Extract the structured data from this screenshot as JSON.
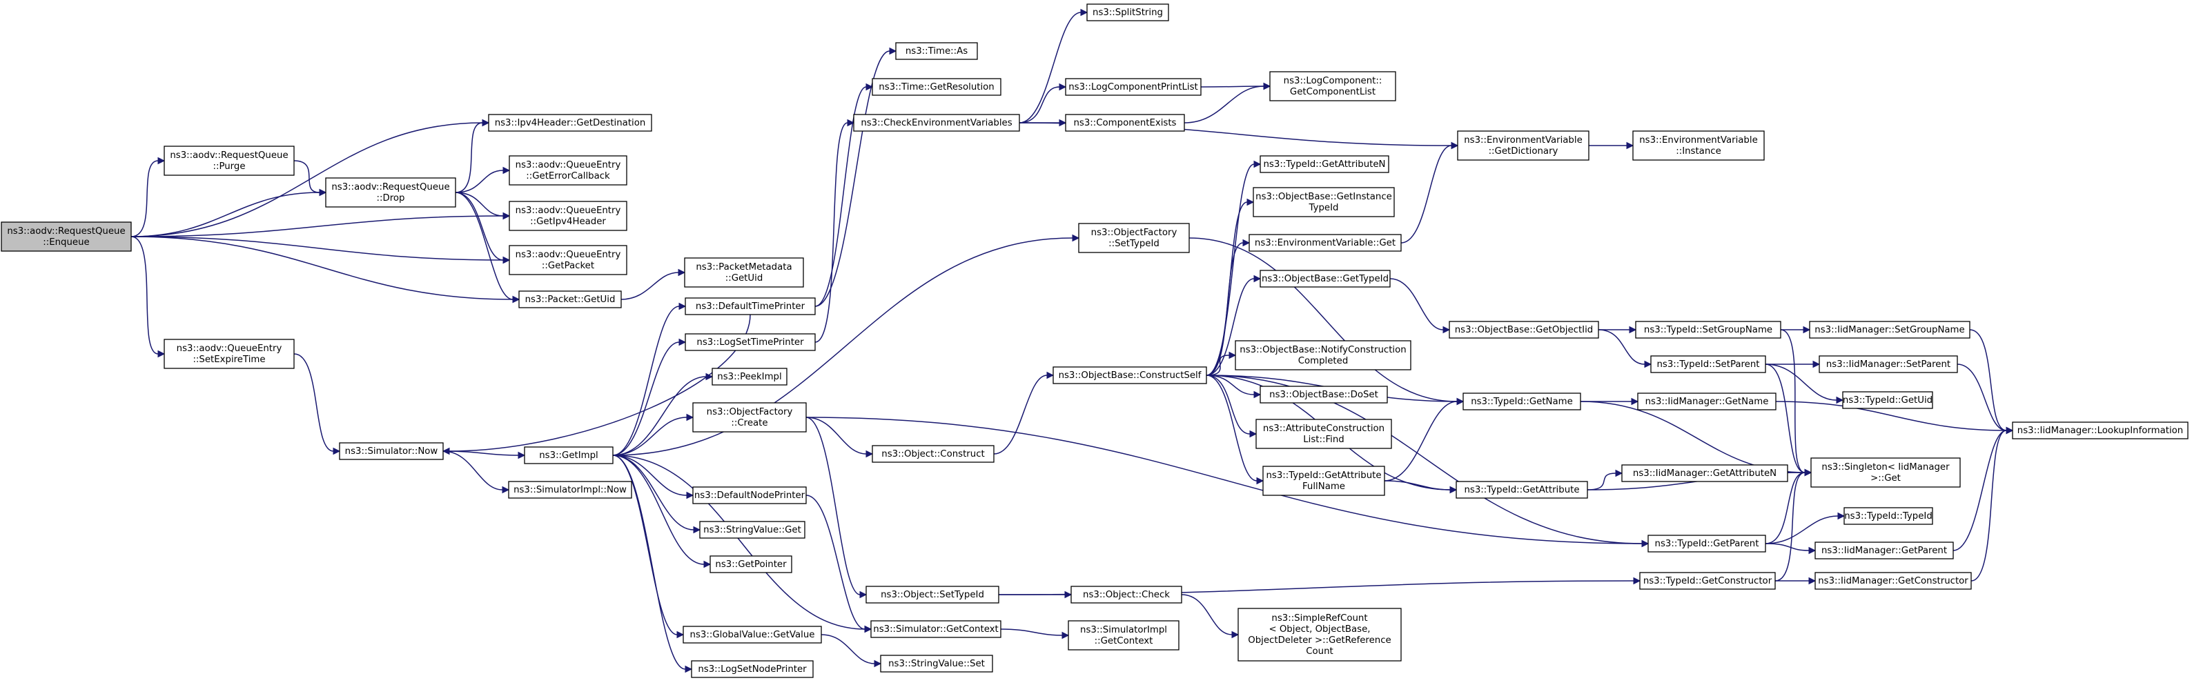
{
  "root": {
    "id": "root",
    "lines": [
      "ns3::aodv::RequestQueue",
      "::Enqueue"
    ]
  },
  "nodes": [
    {
      "id": "n1",
      "lines": [
        "ns3::aodv::RequestQueue",
        "::Purge"
      ]
    },
    {
      "id": "n2",
      "lines": [
        "ns3::aodv::RequestQueue",
        "::Drop"
      ]
    },
    {
      "id": "n3",
      "lines": [
        "ns3::Ipv4Header::GetDestination"
      ]
    },
    {
      "id": "n4",
      "lines": [
        "ns3::aodv::QueueEntry",
        "::GetErrorCallback"
      ]
    },
    {
      "id": "n5",
      "lines": [
        "ns3::aodv::QueueEntry",
        "::GetIpv4Header"
      ]
    },
    {
      "id": "n6",
      "lines": [
        "ns3::aodv::QueueEntry",
        "::GetPacket"
      ]
    },
    {
      "id": "n7",
      "lines": [
        "ns3::Packet::GetUid"
      ]
    },
    {
      "id": "n8",
      "lines": [
        "ns3::PacketMetadata",
        "::GetUid"
      ]
    },
    {
      "id": "n9",
      "lines": [
        "ns3::aodv::QueueEntry",
        "::SetExpireTime"
      ]
    },
    {
      "id": "n10",
      "lines": [
        "ns3::Simulator::Now"
      ]
    },
    {
      "id": "n11",
      "lines": [
        "ns3::GetImpl"
      ]
    },
    {
      "id": "n12",
      "lines": [
        "ns3::SimulatorImpl::Now"
      ]
    },
    {
      "id": "n13",
      "lines": [
        "ns3::DefaultTimePrinter"
      ]
    },
    {
      "id": "n14",
      "lines": [
        "ns3::LogSetTimePrinter"
      ]
    },
    {
      "id": "n15",
      "lines": [
        "ns3::PeekImpl"
      ]
    },
    {
      "id": "n16",
      "lines": [
        "ns3::ObjectFactory",
        "::Create"
      ]
    },
    {
      "id": "n17",
      "lines": [
        "ns3::DefaultNodePrinter"
      ]
    },
    {
      "id": "n18",
      "lines": [
        "ns3::StringValue::Get"
      ]
    },
    {
      "id": "n19",
      "lines": [
        "ns3::GetPointer"
      ]
    },
    {
      "id": "n20",
      "lines": [
        "ns3::GlobalValue::GetValue"
      ]
    },
    {
      "id": "n21",
      "lines": [
        "ns3::LogSetNodePrinter"
      ]
    },
    {
      "id": "n22",
      "lines": [
        "ns3::Time::As"
      ]
    },
    {
      "id": "n23",
      "lines": [
        "ns3::Time::GetResolution"
      ]
    },
    {
      "id": "n24",
      "lines": [
        "ns3::CheckEnvironmentVariables"
      ]
    },
    {
      "id": "n25",
      "lines": [
        "ns3::SplitString"
      ]
    },
    {
      "id": "n26",
      "lines": [
        "ns3::LogComponentPrintList"
      ]
    },
    {
      "id": "n27",
      "lines": [
        "ns3::ComponentExists"
      ]
    },
    {
      "id": "n28",
      "lines": [
        "ns3::LogComponent::",
        "GetComponentList"
      ]
    },
    {
      "id": "n29",
      "lines": [
        "ns3::EnvironmentVariable",
        "::GetDictionary"
      ]
    },
    {
      "id": "n30",
      "lines": [
        "ns3::EnvironmentVariable",
        "::Instance"
      ]
    },
    {
      "id": "n31",
      "lines": [
        "ns3::ObjectFactory",
        "::SetTypeId"
      ]
    },
    {
      "id": "n32",
      "lines": [
        "ns3::Object::Construct"
      ]
    },
    {
      "id": "n33",
      "lines": [
        "ns3::ObjectBase::ConstructSelf"
      ]
    },
    {
      "id": "n34",
      "lines": [
        "ns3::Object::SetTypeId"
      ]
    },
    {
      "id": "n35",
      "lines": [
        "ns3::Simulator::GetContext"
      ]
    },
    {
      "id": "n36",
      "lines": [
        "ns3::StringValue::Set"
      ]
    },
    {
      "id": "n37",
      "lines": [
        "ns3::Object::Check"
      ]
    },
    {
      "id": "n38",
      "lines": [
        "ns3::SimulatorImpl",
        "::GetContext"
      ]
    },
    {
      "id": "n39",
      "lines": [
        "ns3::SimpleRefCount",
        "< Object, ObjectBase,",
        "ObjectDeleter >::GetReference",
        "Count"
      ]
    },
    {
      "id": "n40",
      "lines": [
        "ns3::TypeId::GetAttributeN"
      ]
    },
    {
      "id": "n41",
      "lines": [
        "ns3::ObjectBase::GetInstance",
        "TypeId"
      ]
    },
    {
      "id": "n42",
      "lines": [
        "ns3::EnvironmentVariable::Get"
      ]
    },
    {
      "id": "n43",
      "lines": [
        "ns3::ObjectBase::GetTypeId"
      ]
    },
    {
      "id": "n44",
      "lines": [
        "ns3::ObjectBase::NotifyConstruction",
        "Completed"
      ]
    },
    {
      "id": "n45",
      "lines": [
        "ns3::ObjectBase::DoSet"
      ]
    },
    {
      "id": "n46",
      "lines": [
        "ns3::AttributeConstruction",
        "List::Find"
      ]
    },
    {
      "id": "n47",
      "lines": [
        "ns3::TypeId::GetAttribute",
        "FullName"
      ]
    },
    {
      "id": "n48",
      "lines": [
        "ns3::ObjectBase::GetObjectIid"
      ]
    },
    {
      "id": "n49",
      "lines": [
        "ns3::TypeId::GetName"
      ]
    },
    {
      "id": "n50",
      "lines": [
        "ns3::TypeId::GetAttribute"
      ]
    },
    {
      "id": "n51",
      "lines": [
        "ns3::TypeId::SetGroupName"
      ]
    },
    {
      "id": "n52",
      "lines": [
        "ns3::TypeId::SetParent"
      ]
    },
    {
      "id": "n53",
      "lines": [
        "ns3::IidManager::GetName"
      ]
    },
    {
      "id": "n54",
      "lines": [
        "ns3::IidManager::GetAttributeN"
      ]
    },
    {
      "id": "n55",
      "lines": [
        "ns3::TypeId::GetParent"
      ]
    },
    {
      "id": "n56",
      "lines": [
        "ns3::TypeId::GetConstructor"
      ]
    },
    {
      "id": "n57",
      "lines": [
        "ns3::IidManager::SetGroupName"
      ]
    },
    {
      "id": "n58",
      "lines": [
        "ns3::IidManager::SetParent"
      ]
    },
    {
      "id": "n59",
      "lines": [
        "ns3::TypeId::GetUid"
      ]
    },
    {
      "id": "n60",
      "lines": [
        "ns3::Singleton< IidManager",
        " >::Get"
      ]
    },
    {
      "id": "n61",
      "lines": [
        "ns3::TypeId::TypeId"
      ]
    },
    {
      "id": "n62",
      "lines": [
        "ns3::IidManager::GetParent"
      ]
    },
    {
      "id": "n63",
      "lines": [
        "ns3::IidManager::GetConstructor"
      ]
    },
    {
      "id": "n64",
      "lines": [
        "ns3::IidManager::LookupInformation"
      ]
    }
  ],
  "edges": [
    [
      "root",
      "n1"
    ],
    [
      "root",
      "n2"
    ],
    [
      "root",
      "n3"
    ],
    [
      "root",
      "n5"
    ],
    [
      "root",
      "n6"
    ],
    [
      "root",
      "n7"
    ],
    [
      "root",
      "n9"
    ],
    [
      "n1",
      "n2"
    ],
    [
      "n2",
      "n3"
    ],
    [
      "n2",
      "n4"
    ],
    [
      "n2",
      "n5"
    ],
    [
      "n2",
      "n6"
    ],
    [
      "n2",
      "n7"
    ],
    [
      "n7",
      "n8"
    ],
    [
      "n9",
      "n10"
    ],
    [
      "n10",
      "n11"
    ],
    [
      "n10",
      "n12"
    ],
    [
      "n11",
      "n13"
    ],
    [
      "n11",
      "n14"
    ],
    [
      "n11",
      "n15"
    ],
    [
      "n11",
      "n16"
    ],
    [
      "n11",
      "n17"
    ],
    [
      "n11",
      "n18"
    ],
    [
      "n11",
      "n19"
    ],
    [
      "n11",
      "n20"
    ],
    [
      "n11",
      "n21"
    ],
    [
      "n11",
      "n35"
    ],
    [
      "n13",
      "n10"
    ],
    [
      "n13",
      "n22"
    ],
    [
      "n13",
      "n23"
    ],
    [
      "n14",
      "n24"
    ],
    [
      "n24",
      "n25"
    ],
    [
      "n24",
      "n26"
    ],
    [
      "n24",
      "n27"
    ],
    [
      "n24",
      "n29"
    ],
    [
      "n26",
      "n28"
    ],
    [
      "n27",
      "n28"
    ],
    [
      "n29",
      "n30"
    ],
    [
      "n11",
      "n31"
    ],
    [
      "n16",
      "n32"
    ],
    [
      "n16",
      "n34"
    ],
    [
      "n16",
      "n55"
    ],
    [
      "n32",
      "n33"
    ],
    [
      "n33",
      "n40"
    ],
    [
      "n33",
      "n41"
    ],
    [
      "n33",
      "n42"
    ],
    [
      "n33",
      "n43"
    ],
    [
      "n33",
      "n44"
    ],
    [
      "n33",
      "n45"
    ],
    [
      "n33",
      "n46"
    ],
    [
      "n33",
      "n47"
    ],
    [
      "n33",
      "n49"
    ],
    [
      "n33",
      "n50"
    ],
    [
      "n33",
      "n55"
    ],
    [
      "n31",
      "n49"
    ],
    [
      "n42",
      "n29"
    ],
    [
      "n43",
      "n48"
    ],
    [
      "n48",
      "n51"
    ],
    [
      "n48",
      "n52"
    ],
    [
      "n47",
      "n49"
    ],
    [
      "n47",
      "n50"
    ],
    [
      "n49",
      "n53"
    ],
    [
      "n49",
      "n60"
    ],
    [
      "n50",
      "n54"
    ],
    [
      "n50",
      "n60"
    ],
    [
      "n51",
      "n57"
    ],
    [
      "n51",
      "n60"
    ],
    [
      "n52",
      "n58"
    ],
    [
      "n52",
      "n59"
    ],
    [
      "n52",
      "n60"
    ],
    [
      "n53",
      "n64"
    ],
    [
      "n57",
      "n64"
    ],
    [
      "n58",
      "n64"
    ],
    [
      "n55",
      "n60"
    ],
    [
      "n55",
      "n61"
    ],
    [
      "n55",
      "n62"
    ],
    [
      "n56",
      "n63"
    ],
    [
      "n56",
      "n60"
    ],
    [
      "n62",
      "n64"
    ],
    [
      "n63",
      "n64"
    ],
    [
      "n17",
      "n35"
    ],
    [
      "n20",
      "n36"
    ],
    [
      "n34",
      "n37"
    ],
    [
      "n34",
      "n56"
    ],
    [
      "n35",
      "n38"
    ],
    [
      "n37",
      "n39"
    ]
  ]
}
